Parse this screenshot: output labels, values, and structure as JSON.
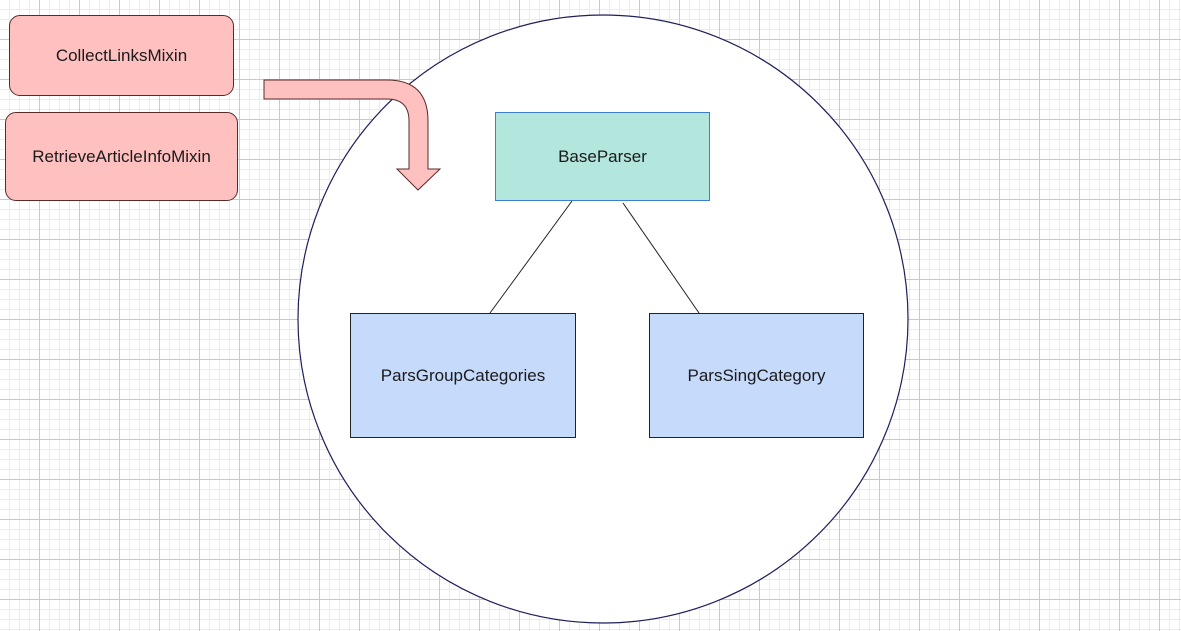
{
  "nodes": {
    "collect_links": {
      "label": "CollectLinksMixin"
    },
    "retrieve_article": {
      "label": "RetrieveArticleInfoMixin"
    },
    "base_parser": {
      "label": "BaseParser"
    },
    "group_categories": {
      "label": "ParsGroupCategories"
    },
    "sing_category": {
      "label": "ParsSingCategory"
    }
  },
  "edges": [
    {
      "from": "base_parser",
      "to": "group_categories"
    },
    {
      "from": "base_parser",
      "to": "sing_category"
    }
  ],
  "colors": {
    "mixin_fill": "#ffc0c0",
    "base_fill": "#b3e6dd",
    "child_fill": "#c6dafc",
    "circle_stroke": "#1f1f5c",
    "arrow_fill": "#ffc0c0"
  }
}
